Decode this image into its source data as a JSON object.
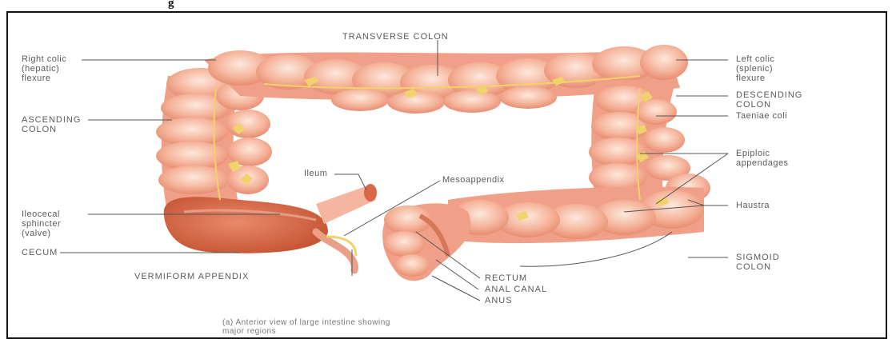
{
  "figure_title": "g",
  "labels": {
    "transverse_colon": "TRANSVERSE COLON",
    "right_colic_flexure": "Right colic\n(hepatic)\nflexure",
    "left_colic_flexure": "Left colic\n(splenic)\nflexure",
    "ascending_colon": "ASCENDING\nCOLON",
    "descending_colon": "DESCENDING\nCOLON",
    "taeniae_coli": "Taeniae coli",
    "epiploic_appendages": "Epiploic\nappendages",
    "ileum": "Ileum",
    "mesoappendix": "Mesoappendix",
    "ileocecal_sphincter": "Ileocecal\nsphincter\n(valve)",
    "haustra": "Haustra",
    "cecum": "CECUM",
    "sigmoid_colon": "SIGMOID\nCOLON",
    "vermiform_appendix": "VERMIFORM APPENDIX",
    "rectum": "RECTUM",
    "anal_canal": "ANAL CANAL",
    "anus": "ANUS"
  },
  "caption": "(a) Anterior view of large intestine showing\nmajor regions",
  "colors": {
    "tissue": "#f0a088",
    "tissue_light": "#f8c8b4",
    "haustra_highlight": "#fbe0d0",
    "cecum": "#d9684a",
    "fat": "#f2d26a",
    "leader_line": "#555555"
  }
}
